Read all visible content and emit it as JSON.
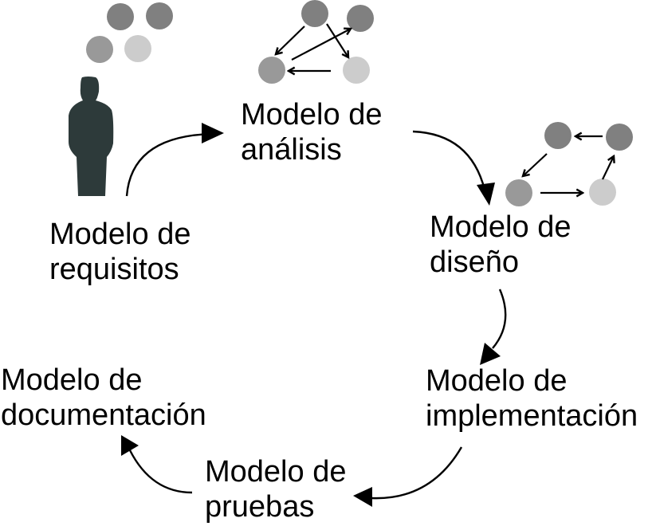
{
  "colors": {
    "node_dark": "#808080",
    "node_mid": "#999999",
    "node_light": "#cccccc",
    "person": "#2d3a3a",
    "arrow": "#000000",
    "text": "#000000"
  },
  "stages": [
    {
      "id": "requisitos",
      "line1": "Modelo de",
      "line2": "requisitos",
      "icon": "person-with-nodes-icon"
    },
    {
      "id": "analisis",
      "line1": "Modelo de",
      "line2": "análisis",
      "icon": "analysis-graph-icon"
    },
    {
      "id": "diseno",
      "line1": "Modelo de",
      "line2": "diseño",
      "icon": "design-cycle-icon"
    },
    {
      "id": "implementacion",
      "line1": "Modelo de",
      "line2": "implementación"
    },
    {
      "id": "pruebas",
      "line1": "Modelo de",
      "line2": "pruebas"
    },
    {
      "id": "documentacion",
      "line1": "Modelo de",
      "line2": "documentación"
    }
  ],
  "flow": [
    {
      "from": "requisitos",
      "to": "analisis"
    },
    {
      "from": "analisis",
      "to": "diseno"
    },
    {
      "from": "diseno",
      "to": "implementacion"
    },
    {
      "from": "implementacion",
      "to": "pruebas"
    },
    {
      "from": "pruebas",
      "to": "documentacion"
    }
  ]
}
